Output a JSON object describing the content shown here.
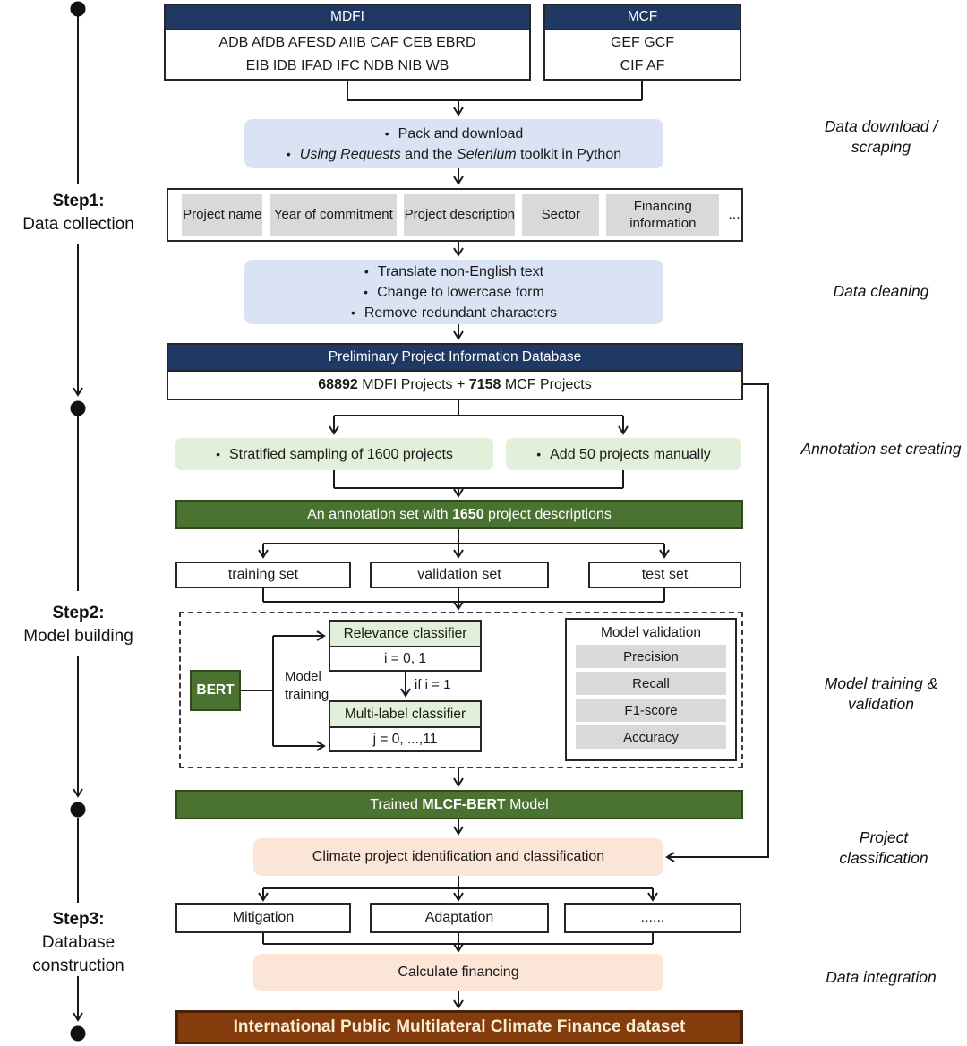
{
  "glyphs": {
    "bullet": "•"
  },
  "colors": {
    "navy": "#1f3864",
    "light_blue": "#dae3f3",
    "light_green": "#e2efd9",
    "dark_green": "#4a7230",
    "chip_gray": "#d9d9d9",
    "peach": "#fbe5d6",
    "brown": "#843c0c",
    "line": "#1a1a1a"
  },
  "timeline": {
    "steps": [
      {
        "label": "Step1:",
        "desc": "Data collection"
      },
      {
        "label": "Step2:",
        "desc": "Model building"
      },
      {
        "label": "Step3:",
        "desc": "Database construction"
      }
    ]
  },
  "phase_labels": [
    "Data download / scraping",
    "Data cleaning",
    "Annotation set creating",
    "Model training & validation",
    "Project classification",
    "Data integration"
  ],
  "sources": {
    "mdfi": {
      "header": "MDFI",
      "line1": "ADB AfDB AFESD AIIB CAF CEB EBRD",
      "line2": "EIB IDB IFAD IFC NDB NIB WB"
    },
    "mcf": {
      "header": "MCF",
      "line1": "GEF GCF",
      "line2": "CIF AF"
    }
  },
  "download_box": {
    "bullet1": "Pack and download",
    "b2_i1": "Using Requests",
    "b2_t1": " and the ",
    "b2_i2": "Selenium",
    "b2_t2": " toolkit in Python"
  },
  "fields": {
    "chips": [
      "Project name",
      "Year of commitment",
      "Project description",
      "Sector",
      "Financing information"
    ],
    "more": "..."
  },
  "cleaning": {
    "items": [
      "Translate non-English text",
      "Change to lowercase form",
      "Remove redundant characters"
    ]
  },
  "database": {
    "header": "Preliminary Project Information Database",
    "count1": "68892",
    "t1": " MDFI Projects + ",
    "count2": "7158",
    "t2": " MCF Projects"
  },
  "sampling": {
    "left": "Stratified sampling of 1600 projects",
    "right": "Add 50 projects manually"
  },
  "annotation_bar": {
    "t1": "An annotation set with ",
    "b": "1650",
    "t2": " project descriptions"
  },
  "sets": [
    "training set",
    "validation set",
    "test set"
  ],
  "model": {
    "bert": "BERT",
    "training_label": "Model training",
    "relevance_header": "Relevance classifier",
    "relevance_value": "i = 0, 1",
    "condition": "if i = 1",
    "multilabel_header": "Multi-label classifier",
    "multilabel_value": "j = 0, ...,11",
    "validation_title": "Model validation",
    "metrics": [
      "Precision",
      "Recall",
      "F1-score",
      "Accuracy"
    ]
  },
  "trained_bar": {
    "t1": "Trained ",
    "b": "MLCF-BERT",
    "t2": " Model"
  },
  "classification_label": "Climate project identification and classification",
  "categories": [
    "Mitigation",
    "Adaptation",
    "......"
  ],
  "financing_label": "Calculate financing",
  "final_label": "International Public Multilateral Climate Finance dataset"
}
